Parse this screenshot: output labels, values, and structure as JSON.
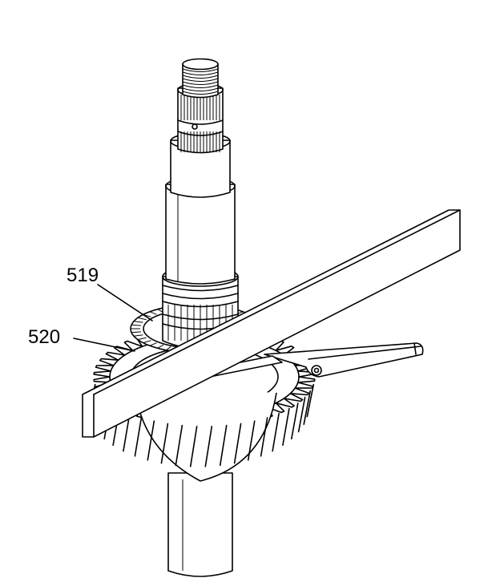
{
  "callouts": [
    {
      "id": "519",
      "label": "519"
    },
    {
      "id": "520",
      "label": "520"
    }
  ],
  "colors": {
    "line": "#000000",
    "background": "#ffffff"
  }
}
